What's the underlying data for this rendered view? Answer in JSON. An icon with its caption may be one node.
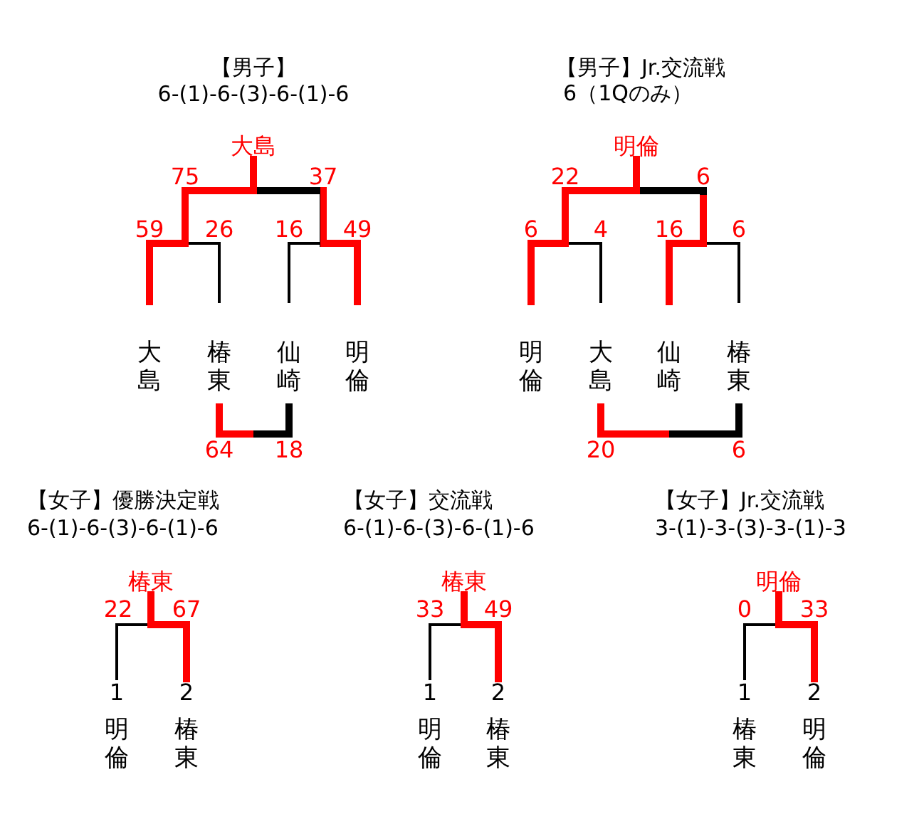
{
  "diagram": {
    "nodes": [
      {
        "text": [
          "大島"
        ]
      },
      {
        "text": [
          "明倫"
        ]
      },
      {
        "text": [
          "大島"
        ]
      },
      {
        "text": [
          "椿東"
        ]
      },
      {
        "text": [
          "仙崎"
        ]
      },
      {
        "text": [
          "明倫"
        ]
      },
      {
        "text": [
          "明倫"
        ]
      },
      {
        "text": [
          "大島"
        ]
      },
      {
        "text": [
          "仙崎"
        ]
      },
      {
        "text": [
          "椿東"
        ]
      },
      {
        "text": [
          "椿東"
        ]
      },
      {
        "text": [
          "椿東"
        ]
      },
      {
        "text": [
          "明倫"
        ]
      },
      {
        "text": [
          "1",
          "明倫"
        ]
      },
      {
        "text": [
          "2",
          "椿東"
        ]
      },
      {
        "text": [
          "1",
          "明倫"
        ]
      },
      {
        "text": [
          "2",
          "椿東"
        ]
      },
      {
        "text": [
          "1",
          "椿東"
        ]
      },
      {
        "text": [
          "2",
          "明倫"
        ]
      }
    ],
    "edges": [
      {
        "from": 2,
        "to": 0,
        "arrow": "none",
        "style": "thick",
        "color": "#ff0000"
      },
      {
        "from": 3,
        "to": 0,
        "arrow": "none"
      },
      {
        "from": 4,
        "to": 0,
        "arrow": "none"
      },
      {
        "from": 5,
        "to": 0,
        "arrow": "none",
        "style": "thick",
        "color": "#ff0000"
      },
      {
        "from": 3,
        "to": 4,
        "arrow": "none",
        "style": "thick",
        "color": "#ff0000"
      },
      {
        "from": 6,
        "to": 1,
        "arrow": "none",
        "style": "thick",
        "color": "#ff0000"
      },
      {
        "from": 7,
        "to": 1,
        "arrow": "none"
      },
      {
        "from": 8,
        "to": 1,
        "arrow": "none",
        "style": "thick",
        "color": "#ff0000"
      },
      {
        "from": 9,
        "to": 1,
        "arrow": "none"
      },
      {
        "from": 7,
        "to": 9,
        "arrow": "none",
        "style": "thick",
        "color": "#ff0000"
      },
      {
        "from": 13,
        "to": 10,
        "arrow": "none"
      },
      {
        "from": 14,
        "to": 10,
        "arrow": "none",
        "style": "thick",
        "color": "#ff0000"
      },
      {
        "from": 15,
        "to": 11,
        "arrow": "none"
      },
      {
        "from": 16,
        "to": 11,
        "arrow": "none",
        "style": "thick",
        "color": "#ff0000"
      },
      {
        "from": 17,
        "to": 12,
        "arrow": "none"
      },
      {
        "from": 18,
        "to": 12,
        "arrow": "none",
        "style": "thick",
        "color": "#ff0000"
      }
    ],
    "labels": [
      "【男子】",
      "6-(1)-6-(3)-6-(1)-6",
      "75",
      "37",
      "59",
      "26",
      "16",
      "49",
      "64",
      "18",
      "【男子】Jr.交流戦",
      "6（1Qのみ）",
      "22",
      "6",
      "6",
      "4",
      "16",
      "6",
      "20",
      "6",
      "【女子】優勝決定戦",
      "6-(1)-6-(3)-6-(1)-6",
      "22",
      "67",
      "【女子】交流戦",
      "6-(1)-6-(3)-6-(1)-6",
      "33",
      "49",
      "【女子】Jr.交流戦",
      "3-(1)-3-(3)-3-(1)-3",
      "0",
      "33"
    ]
  }
}
